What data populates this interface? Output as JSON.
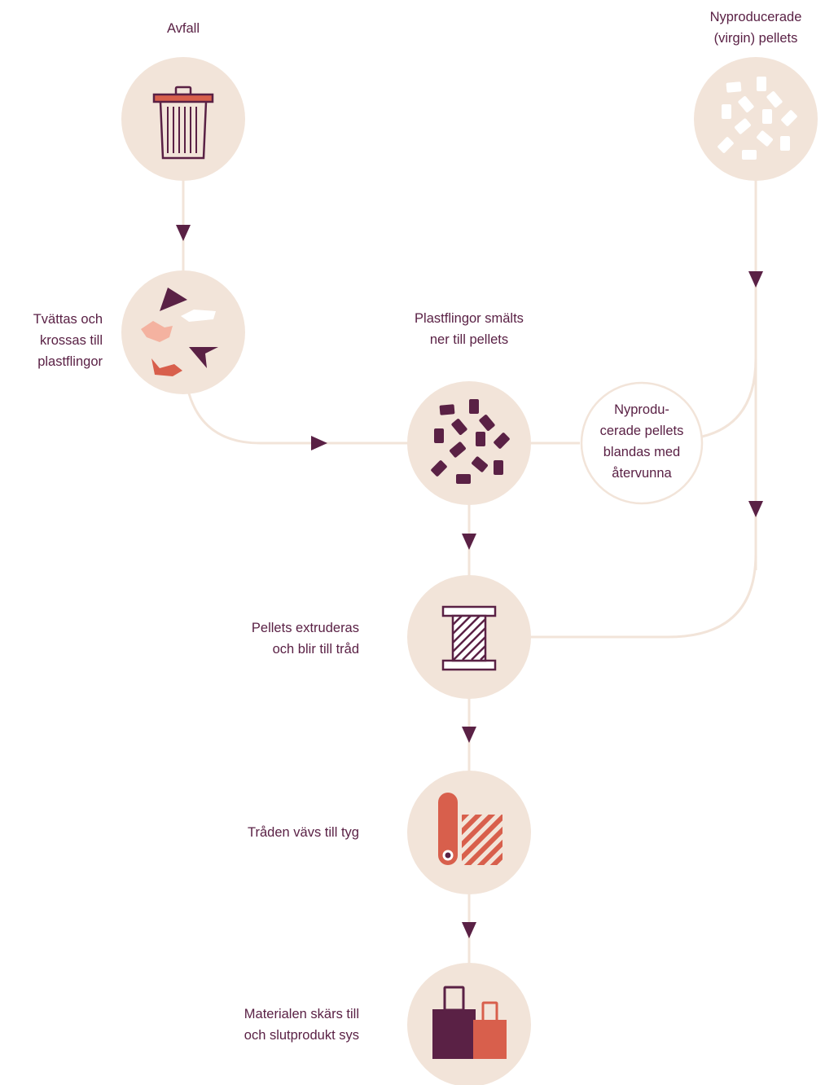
{
  "colors": {
    "circle_fill": "#f2e4d9",
    "connector": "#f2e4d9",
    "arrow": "#5a2145",
    "dark": "#5a2145",
    "accent": "#d85f4c",
    "light_accent": "#f4b2a0",
    "white": "#ffffff"
  },
  "steps": {
    "waste": {
      "lines": [
        "Avfall"
      ],
      "icon": "trash-can-icon"
    },
    "wash": {
      "lines": [
        "Tvättas och",
        "krossas till",
        "plastflingor"
      ],
      "icon": "plastic-flakes-icon"
    },
    "virgin": {
      "lines": [
        "Nyproducerade",
        "(virgin) pellets"
      ],
      "icon": "virgin-pellets-icon"
    },
    "melt": {
      "lines": [
        "Plastflingor smälts",
        "ner till pellets"
      ],
      "icon": "recycled-pellets-icon"
    },
    "blend": {
      "lines": [
        "Nyprodu-",
        "cerade pellets",
        "blandas med",
        "återvunna"
      ]
    },
    "extrude": {
      "lines": [
        "Pellets extruderas",
        "och blir till tråd"
      ],
      "icon": "thread-spool-icon"
    },
    "weave": {
      "lines": [
        "Tråden vävs till tyg"
      ],
      "icon": "fabric-roll-icon"
    },
    "sew": {
      "lines": [
        "Materialen skärs till",
        "och slutprodukt sys"
      ],
      "icon": "bags-icon"
    }
  }
}
